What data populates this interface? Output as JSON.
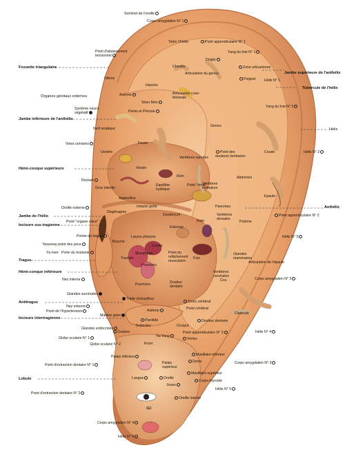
{
  "colors": {
    "skin": "#e9a56e",
    "skin_light": "#f4c79c",
    "skin_dark": "#c6784a",
    "concha": "#d88a56",
    "dots": "#1a1a1a",
    "lines": "#333333"
  },
  "side_labels_left": [
    "Fossette triangulaire",
    "Organes génitaux externes",
    "Jambe inférieure de l'anthélix",
    "Hémi-conque supérieure",
    "Jambe de l'hélix",
    "Incisure sus-tragienne",
    "Tragus",
    "Hémi-conque inférieure",
    "Antitragus",
    "Incisure intertragienne",
    "Lobule"
  ],
  "side_labels_right": [
    "Jambe supérieure de l'anthélix",
    "Tubercule de l'hélix",
    "Hélix",
    "Anthélix"
  ],
  "points": [
    "Sommet de l'oreille",
    "Corps amygdalien N° 1",
    "Point d'abaissement tensionnel",
    "Talon",
    "Orteils",
    "Point appendiculaire N° 1",
    "Yang du foie N° 1",
    "Cheville",
    "Doigts",
    "Zone urticarienne",
    "Articulation du genou",
    "Utérus",
    "Poignet",
    "Hélix N° 1",
    "Asthme",
    "Hanche",
    "Shen Men",
    "Articulation coxo-fémorale",
    "Système neuro-végétatif",
    "Pelvis et Périnée",
    "Yang du foie N° 2",
    "Genou",
    "Nerf sciatique",
    "Voies urinaires",
    "Fesse",
    "Vertèbres sacrées",
    "Point des douleurs lombaires",
    "Coude",
    "Hélix N° 2",
    "Uretère",
    "Vessie",
    "Rectum",
    "Gros intestin",
    "Appendice",
    "Rein",
    "Equilibre hydrique",
    "Vertèbres lombaires",
    "Abdomen",
    "Point \"rénal\"",
    "Intestin grêle",
    "Epaule",
    "Oreille externe",
    "Diaphragme",
    "Pancréas",
    "Duodenum",
    "Point appendiculaire N° 2",
    "Point \"organe cœur\"",
    "Vertèbres dorsales",
    "Pointe du tragus",
    "Bouche",
    "Larynx pharynx",
    "Estomac",
    "Rate",
    "Poitrine",
    "Nouveau point des yeux",
    "Hélix N° 3",
    "Ya men",
    "Porte du mutisme",
    "Cardia",
    "Œsophage",
    "Foie",
    "Trachée",
    "Poumons",
    "Point du relâchement musculaire",
    "Glandes mammaires",
    "Articulation de l'épaule",
    "Nez interne",
    "Poumons",
    "Vertèbres cervicales",
    "Corps amygdalien N° 2",
    "Glandes surrénales",
    "Douleur dentaire",
    "Cou",
    "Triple réchauffeur",
    "Tronc cérébral",
    "Nez externe",
    "Point cérébral",
    "Point de l'hypertension",
    "Matière grise",
    "Asthme",
    "Clavicule",
    "Glandes endocrines",
    "Parotide",
    "Douleur dentaire",
    "Ovaires",
    "Testicules",
    "Occiput",
    "Globe oculaire N° 1",
    "Tai Yang",
    "Point appendiculaire N° 3",
    "Hélix N° 4",
    "Globe oculaire N° 2",
    "Front",
    "Vertex",
    "Palais inférieur",
    "Maxillaire inférieur",
    "Dents",
    "Corps amygdalien N° 3",
    "Point d'extraction dentaire N° 1",
    "Palais supérieur",
    "Langue",
    "Maxillaire supérieur",
    "Oreille",
    "Corps thyroïde",
    "Point d'extraction dentaire N° 2",
    "Joues",
    "Hélix N° 5",
    "Oreille interne",
    "Œil",
    "Corps amygdalien N° 4",
    "Hélix N° 6"
  ]
}
